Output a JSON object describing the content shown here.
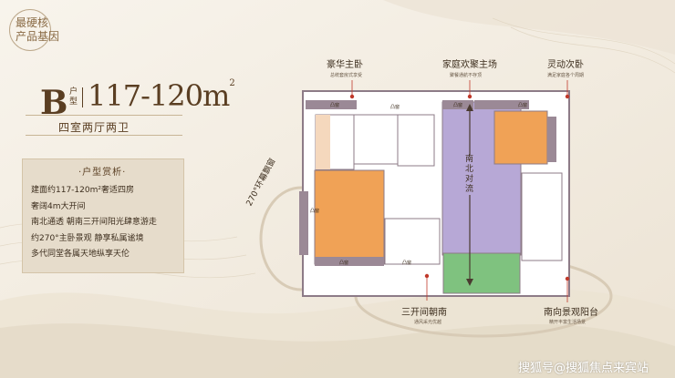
{
  "brand": {
    "line1": "最硬核",
    "line2": "产品基因"
  },
  "unit": {
    "letter": "B",
    "type_label": "户型",
    "area": "117-120m",
    "area_unit": "2",
    "layout": "四室两厅两卫"
  },
  "analysis": {
    "title": "·户型赏析·",
    "items": [
      "建面约117-120m²奢适四房",
      "奢阔4m大开间",
      "南北通透 朝南三开间阳光肆意游走",
      "约270°主卧景观 静享私属谧境",
      "多代同堂各属天地纵享天伦"
    ]
  },
  "callouts": {
    "master": {
      "title": "豪华主卧",
      "sub": "总统套房式享受"
    },
    "family": {
      "title": "家庭欢聚主场",
      "sub": "聚餐通航不存顶"
    },
    "second": {
      "title": "灵动次卧",
      "sub": "满足家庭各个周期"
    },
    "bay": {
      "title": "270°环幕飘窗"
    },
    "flow": {
      "title": "南北对流"
    },
    "south": {
      "title": "三开间朝南",
      "sub": "通风采光优越"
    },
    "balcony": {
      "title": "南向景观阳台",
      "sub": "精开丰富生活场景"
    }
  },
  "room_labels": [
    "凸窗",
    "凸窗",
    "凸窗",
    "凸窗",
    "凸窗",
    "凸窗",
    "凸窗"
  ],
  "watermark": "搜狐号@搜狐焦点来宾站",
  "colors": {
    "master": "#f0a256",
    "second": "#f0a256",
    "living": "#b7a8d6",
    "balcony": "#7fc27f",
    "wall": "#8d7b87",
    "callout_line": "#c0392b"
  }
}
